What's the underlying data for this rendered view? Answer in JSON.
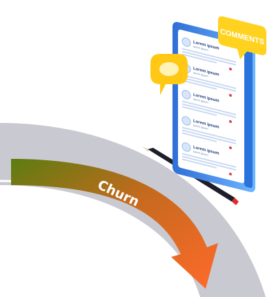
{
  "arrow": {
    "label": "Churn",
    "gradient_start": "#5b7d10",
    "gradient_end": "#ff6a2a"
  },
  "road": {
    "color": "#c9c9d1"
  },
  "bubbles": {
    "comments_label": "COMMENTS",
    "comments_color": "#ffd21f",
    "left_color": "#ffc814"
  },
  "phone": {
    "frame_color": "#3f8ff0",
    "screen_color": "#ffffff",
    "posts": [
      {
        "name": "Lorem ipsum",
        "sub": "lorem ipsum"
      },
      {
        "name": "Lorem ipsum",
        "sub": "lorem ipsum"
      },
      {
        "name": "Lorem ipsum",
        "sub": "lorem ipsum"
      },
      {
        "name": "Lorem ipsum",
        "sub": "lorem ipsum"
      },
      {
        "name": "Lorem ipsum",
        "sub": "lorem ipsum"
      }
    ]
  },
  "pencil": {
    "body_color": "#1e1e2a",
    "tip_color": "#e02a2a"
  }
}
